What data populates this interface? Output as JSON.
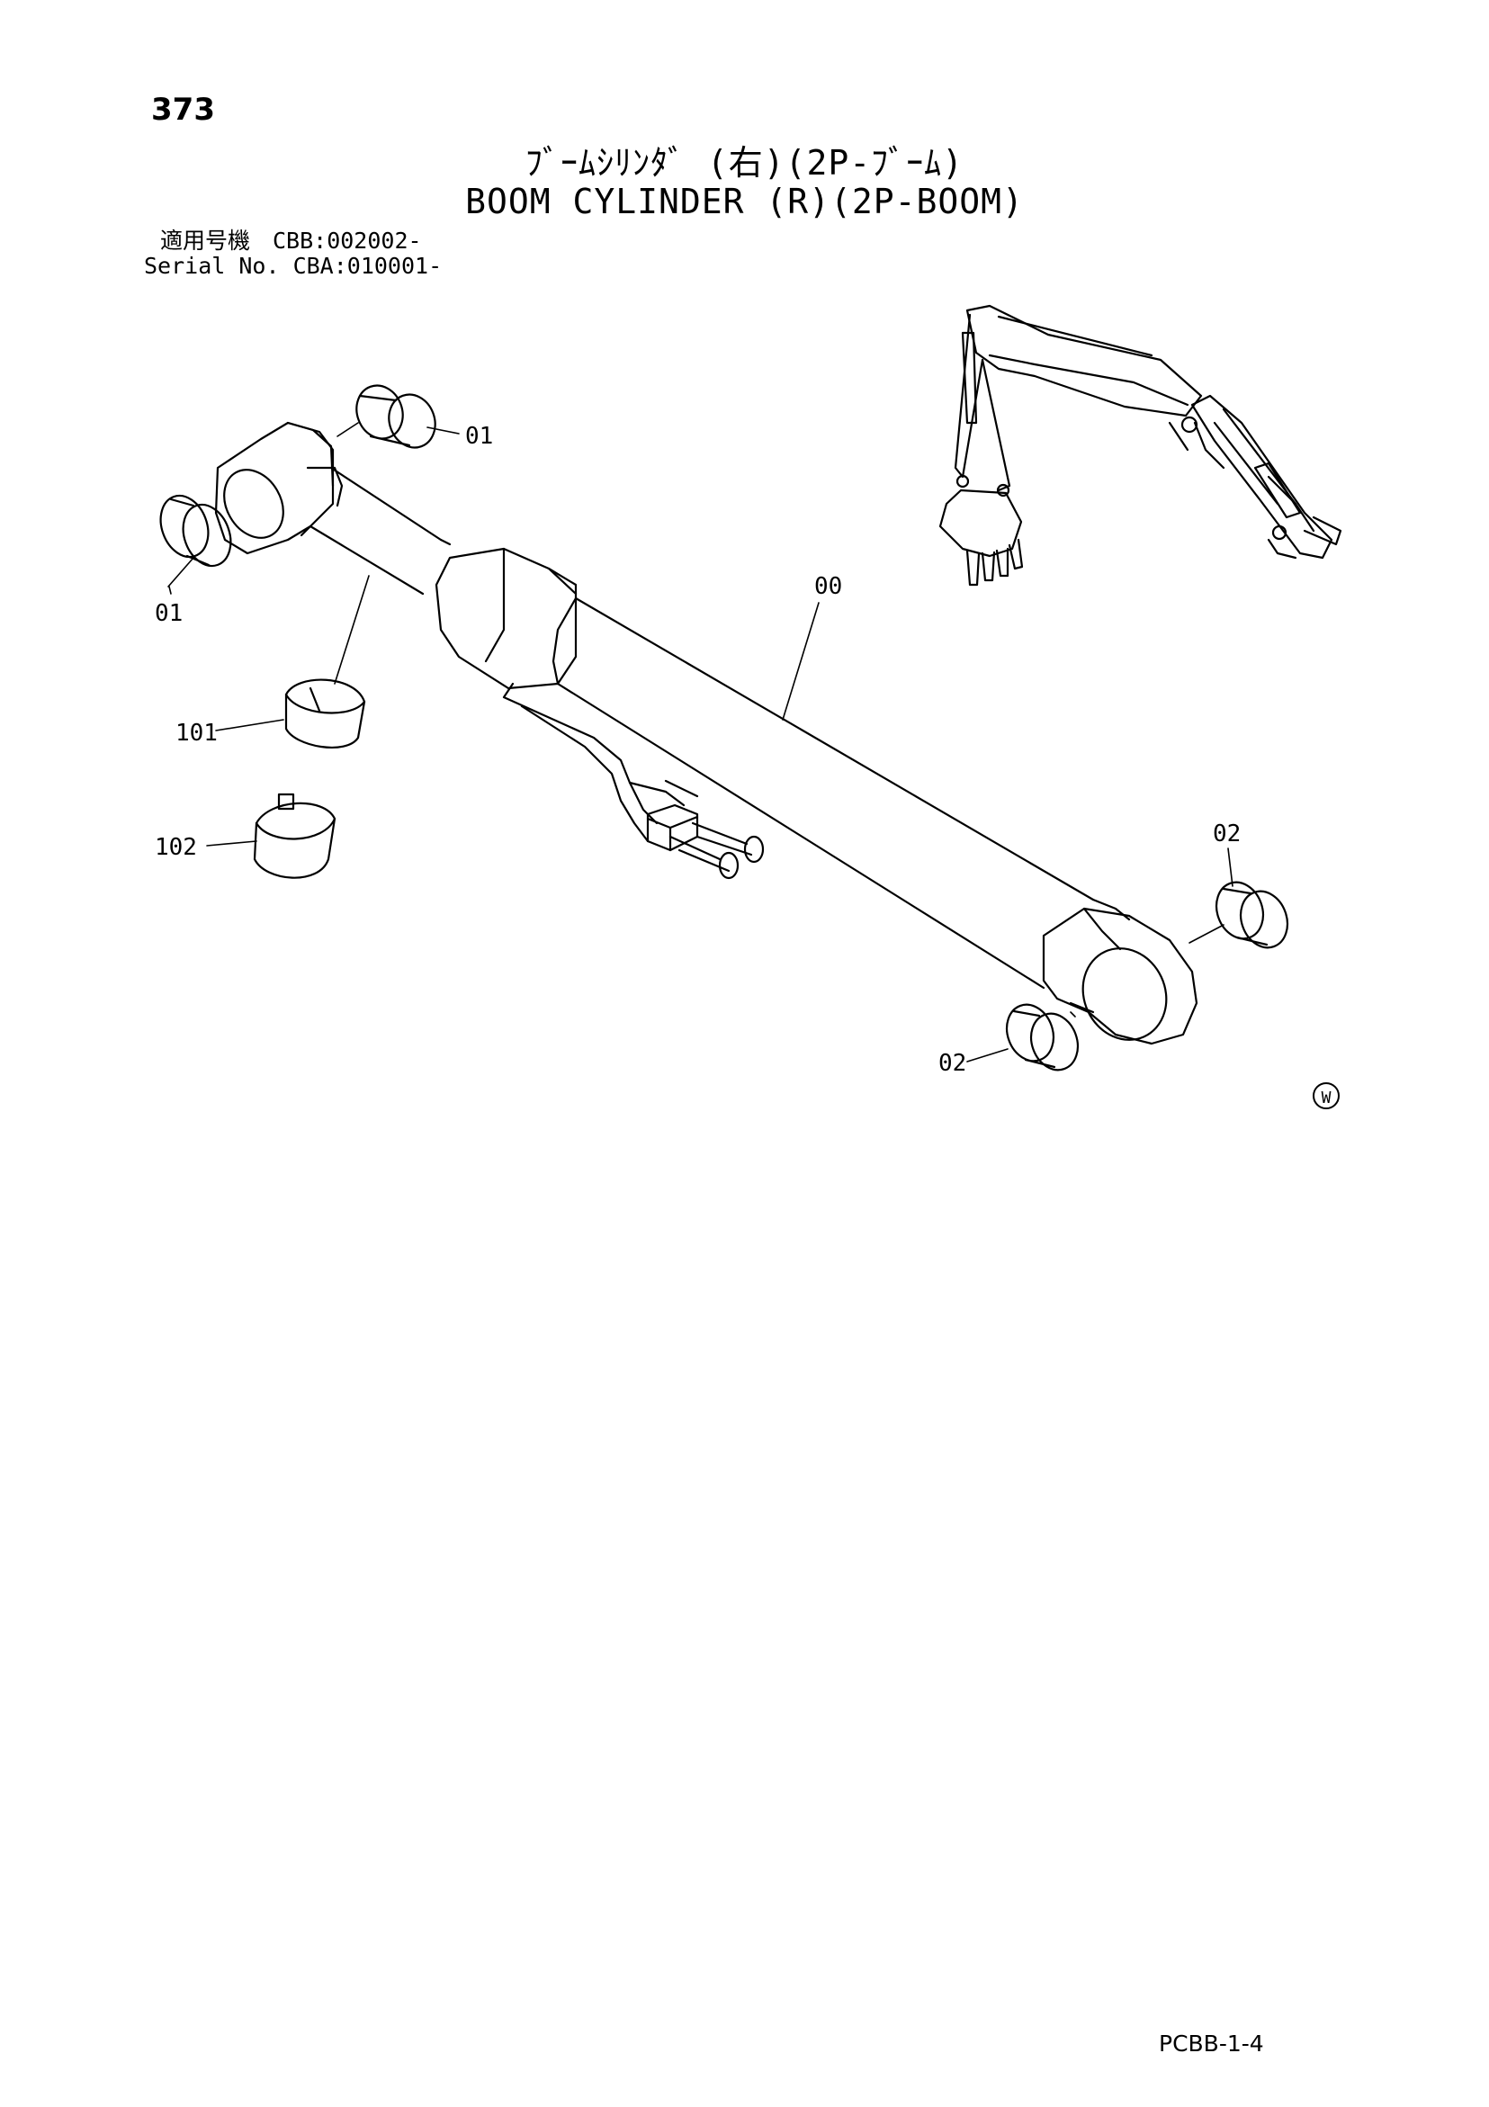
{
  "page": {
    "number": "373",
    "title_ja": "ﾌﾞｰﾑｼﾘﾝﾀﾞ (右)(2P-ﾌﾞｰﾑ)",
    "title_en": "BOOM CYLINDER (R)(2P-BOOM)",
    "serial_line_1": "適用号機　CBB:002002-",
    "serial_line_2": "Serial No. CBA:010001-",
    "footer_code": "PCBB-1-4"
  },
  "callouts": {
    "bushing_top": "01",
    "bushing_left": "01",
    "cylinder": "00",
    "band_101": "101",
    "band_102": "102",
    "bushing_right_top": "02",
    "bushing_right_bottom": "02"
  },
  "symbols": {
    "watermark": "W"
  },
  "icons": {
    "excavator_thumbnail": "excavator-icon"
  }
}
